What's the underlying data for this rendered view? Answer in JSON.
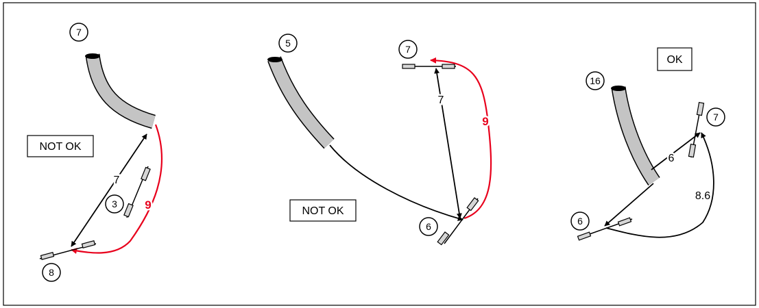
{
  "scenarios": [
    {
      "status": "NOT OK",
      "source_node": "7",
      "end_node": "8",
      "extra_node": "3",
      "straight_length": "7",
      "routed_length": "9"
    },
    {
      "status": "NOT OK",
      "source_node": "5",
      "top_node": "7",
      "bottom_node": "6",
      "straight_length": "7",
      "routed_length": "9"
    },
    {
      "status": "OK",
      "source_node": "16",
      "right_node": "7",
      "left_node": "6",
      "straight_length": "6",
      "routed_length": "8.6"
    }
  ],
  "colors": {
    "ok_route": "#000000",
    "too_long_route": "#e8001c",
    "tube_fill": "#c4c4c4"
  }
}
